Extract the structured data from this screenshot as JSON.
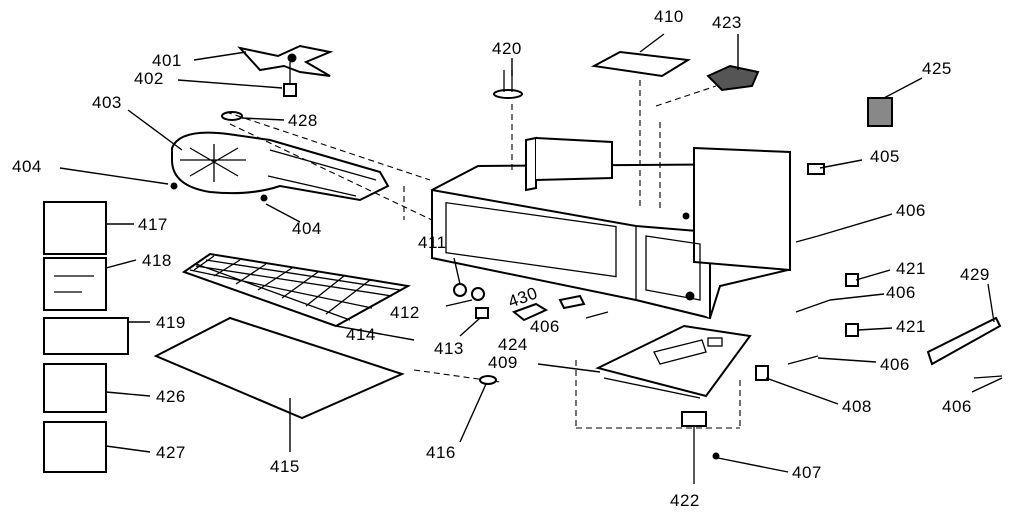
{
  "diagram": {
    "line_color": "#000000",
    "background": "#ffffff",
    "labels": {
      "p401": "401",
      "p402": "402",
      "p403": "403",
      "p404a": "404",
      "p404b": "404",
      "p405": "405",
      "p406a": "406",
      "p406b": "406",
      "p406c": "406",
      "p406d": "406",
      "p406e": "406",
      "p407": "407",
      "p408": "408",
      "p409": "409",
      "p410": "410",
      "p411": "411",
      "p412": "412",
      "p413": "413",
      "p414": "414",
      "p415": "415",
      "p416": "416",
      "p417": "417",
      "p418": "418",
      "p419": "419",
      "p420": "420",
      "p421a": "421",
      "p421b": "421",
      "p422": "422",
      "p423": "423",
      "p424": "424",
      "p425": "425",
      "p426": "426",
      "p427": "427",
      "p428": "428",
      "p429": "429",
      "p430": "430"
    }
  }
}
